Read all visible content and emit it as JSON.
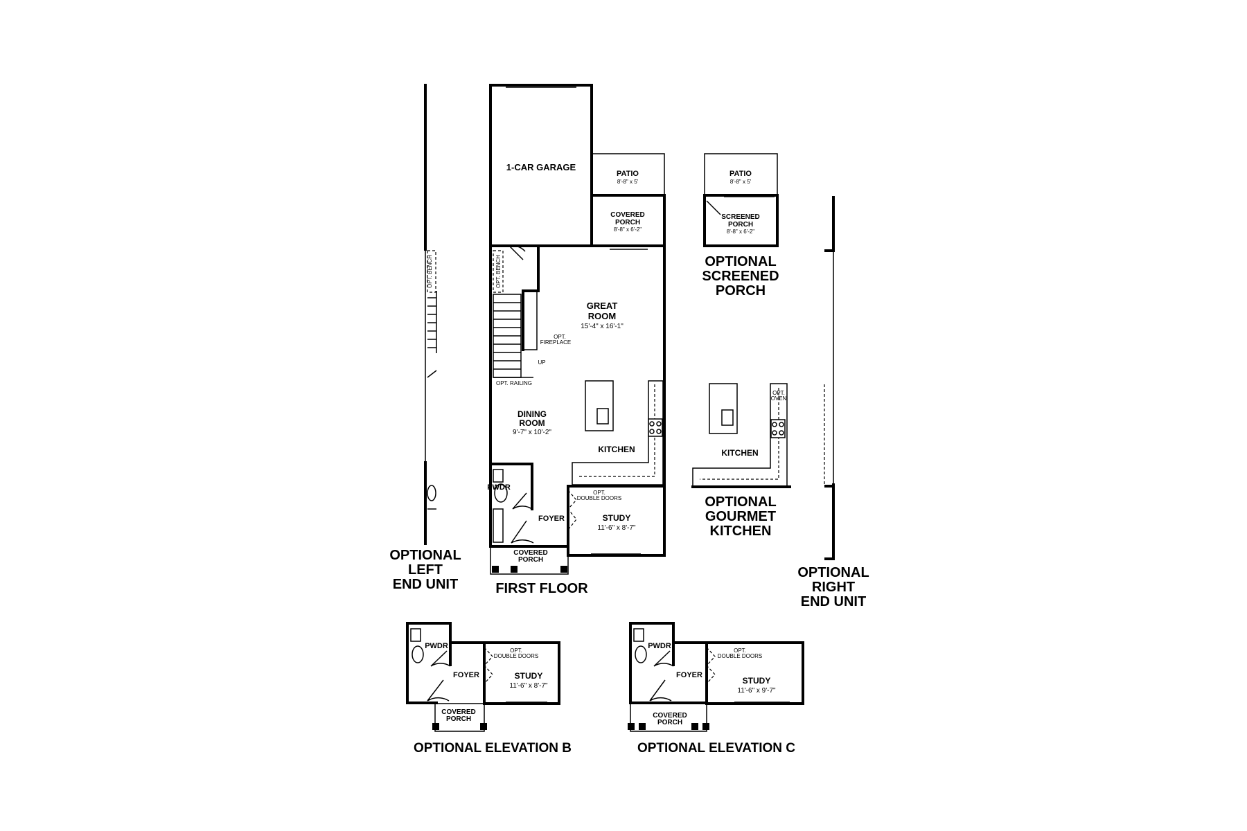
{
  "main_plan": {
    "title": "FIRST FLOOR",
    "garage": "1-CAR GARAGE",
    "patio": {
      "name": "PATIO",
      "dim": "8'-8\" x 5'"
    },
    "covered_porch_rear": {
      "name1": "COVERED",
      "name2": "PORCH",
      "dim": "8'-8\" x 6'-2\""
    },
    "great_room": {
      "name1": "GREAT",
      "name2": "ROOM",
      "dim": "15'-4\" x 16'-1\""
    },
    "dining_room": {
      "name1": "DINING",
      "name2": "ROOM",
      "dim": "9'-7\" x 10'-2\""
    },
    "kitchen": "KITCHEN",
    "study": {
      "name": "STUDY",
      "dim": "11'-6\" x 8'-7\""
    },
    "pwdr": "PWDR",
    "foyer": "FOYER",
    "covered_porch_front": {
      "name1": "COVERED",
      "name2": "PORCH"
    },
    "opt_bench": "OPT. BENCH",
    "opt_fireplace": {
      "line1": "OPT.",
      "line2": "FIREPLACE"
    },
    "up": "UP",
    "opt_railing": "OPT. RAILING",
    "opt_double_doors": {
      "line1": "OPT.",
      "line2": "DOUBLE DOORS"
    }
  },
  "left_end_unit": {
    "line1": "OPTIONAL",
    "line2": "LEFT",
    "line3": "END UNIT",
    "opt_bench": "OPT. BENCH"
  },
  "right_end_unit": {
    "line1": "OPTIONAL",
    "line2": "RIGHT",
    "line3": "END UNIT"
  },
  "screened_porch": {
    "title1": "OPTIONAL",
    "title2": "SCREENED",
    "title3": "PORCH",
    "patio": {
      "name": "PATIO",
      "dim": "8'-8\" x 5'"
    },
    "porch": {
      "name1": "SCREENED",
      "name2": "PORCH",
      "dim": "8'-8\" x 6'-2\""
    }
  },
  "gourmet_kitchen": {
    "title1": "OPTIONAL",
    "title2": "GOURMET",
    "title3": "KITCHEN",
    "kitchen": "KITCHEN",
    "opt_oven": {
      "line1": "OPT.",
      "line2": "OVEN"
    }
  },
  "elevation_b": {
    "title": "OPTIONAL ELEVATION B",
    "pwdr": "PWDR",
    "foyer": "FOYER",
    "study": {
      "name": "STUDY",
      "dim": "11'-6\" x 8'-7\""
    },
    "porch": {
      "name1": "COVERED",
      "name2": "PORCH"
    },
    "opt_double_doors": {
      "line1": "OPT.",
      "line2": "DOUBLE DOORS"
    }
  },
  "elevation_c": {
    "title": "OPTIONAL ELEVATION C",
    "pwdr": "PWDR",
    "foyer": "FOYER",
    "study": {
      "name": "STUDY",
      "dim": "11'-6\" x 9'-7\""
    },
    "porch": {
      "name1": "COVERED",
      "name2": "PORCH"
    },
    "opt_double_doors": {
      "line1": "OPT.",
      "line2": "DOUBLE DOORS"
    }
  }
}
